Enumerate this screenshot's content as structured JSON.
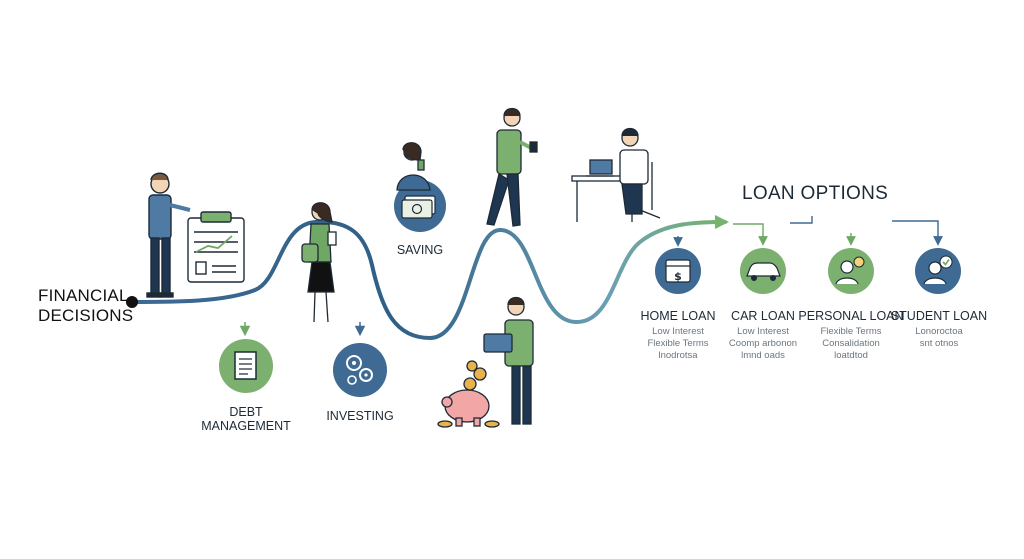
{
  "title": "LOAN OPTIONS",
  "start_label": [
    "FINANCIAL",
    "DECISIONS"
  ],
  "stages": [
    {
      "name": "debt",
      "label": [
        "DEBT",
        "MANAGEMENT"
      ],
      "icon": "document-icon"
    },
    {
      "name": "investing",
      "label": [
        "INVESTING"
      ],
      "icon": "gears-icon"
    },
    {
      "name": "saving",
      "label": [
        "SAVING"
      ],
      "icon": "cash-icon"
    }
  ],
  "loans": [
    {
      "name": "home-loan",
      "label": "HOME LOAN",
      "lines": [
        "Low Interest",
        "Flexible Terms",
        "lnodrotsa"
      ],
      "icon": "calendar-dollar-icon",
      "color": "#3e6a93"
    },
    {
      "name": "car-loan",
      "label": "CAR LOAN",
      "lines": [
        "Low Interest",
        "Coomp arbonon",
        "lmnd oads"
      ],
      "icon": "car-icon",
      "color": "#6fa865"
    },
    {
      "name": "personal-loan",
      "label": "PERSONAL LOAN",
      "lines": [
        "Flexible Terms",
        "Consalidation",
        "loatdtod"
      ],
      "icon": "person-coin-icon",
      "color": "#6fa865"
    },
    {
      "name": "student-loan",
      "label": "STUDENT LOAN",
      "lines": [
        "Lonoroctoa",
        "snt otnos"
      ],
      "icon": "student-check-icon",
      "color": "#3e6a93"
    }
  ],
  "colors": {
    "navy": "#3e6a93",
    "green": "#6fa865",
    "ink": "#1d2a36",
    "muted": "#6b7680"
  }
}
